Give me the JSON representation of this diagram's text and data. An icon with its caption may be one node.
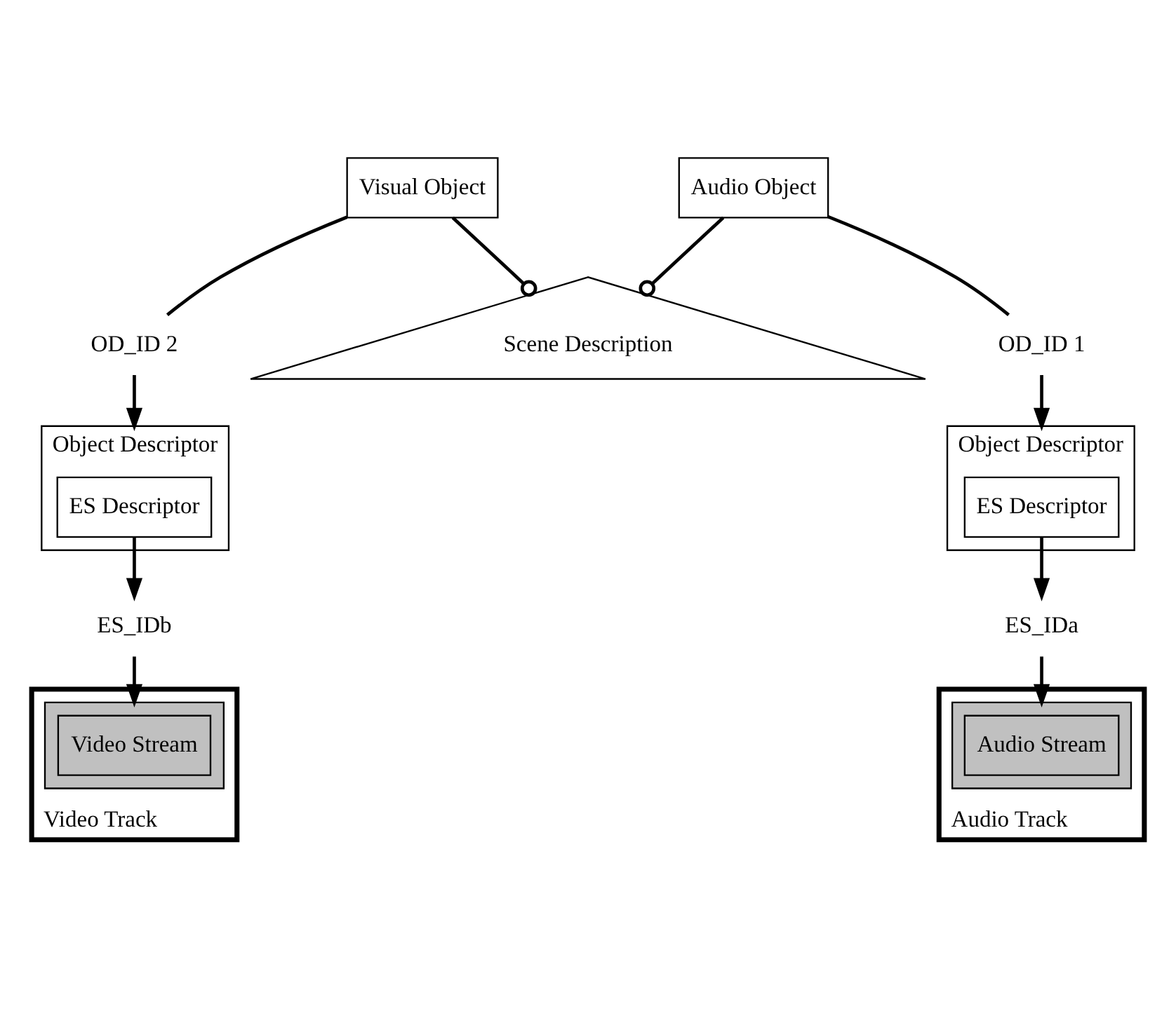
{
  "diagram": {
    "nodes": [
      {
        "text": [
          "Scene Description"
        ]
      },
      {
        "text": [
          "Visual Object"
        ]
      },
      {
        "text": [
          "OD_ID 2"
        ]
      },
      {
        "text": [
          "Object Descriptor"
        ]
      },
      {
        "text": [
          "ES Descriptor"
        ],
        "in": 3
      },
      {
        "text": [
          "ES_IDb"
        ]
      },
      {
        "text": [
          "Audio Object"
        ]
      },
      {
        "text": [
          "OD_ID 1"
        ]
      },
      {
        "text": [
          "Object Descriptor"
        ]
      },
      {
        "text": [
          "ES Descriptor"
        ],
        "in": 8
      },
      {
        "text": [
          "ES_IDa"
        ]
      },
      {
        "text": [
          "Video Track"
        ]
      },
      {
        "text": [],
        "shape": "bar",
        "in": 11
      },
      {
        "text": [
          "Video Stream"
        ],
        "in": 12
      },
      {
        "text": [
          "Audio Track"
        ]
      },
      {
        "text": [],
        "shape": "bar",
        "in": 14
      },
      {
        "text": [
          "Audio Stream"
        ],
        "in": 15
      }
    ],
    "edges": [
      {
        "from": 1,
        "to": 0,
        "arrow": "other"
      },
      {
        "from": 6,
        "to": 0,
        "arrow": "other"
      },
      {
        "from": 1,
        "to": 2,
        "arrow": "none"
      },
      {
        "from": 2,
        "to": 3,
        "arrow": "to"
      },
      {
        "from": 4,
        "to": 5,
        "arrow": "to"
      },
      {
        "from": 5,
        "to": 12,
        "arrow": "to"
      },
      {
        "from": 6,
        "to": 7,
        "arrow": "none"
      },
      {
        "from": 7,
        "to": 8,
        "arrow": "to"
      },
      {
        "from": 9,
        "to": 10,
        "arrow": "to"
      },
      {
        "from": 10,
        "to": 15,
        "arrow": "to"
      }
    ]
  }
}
